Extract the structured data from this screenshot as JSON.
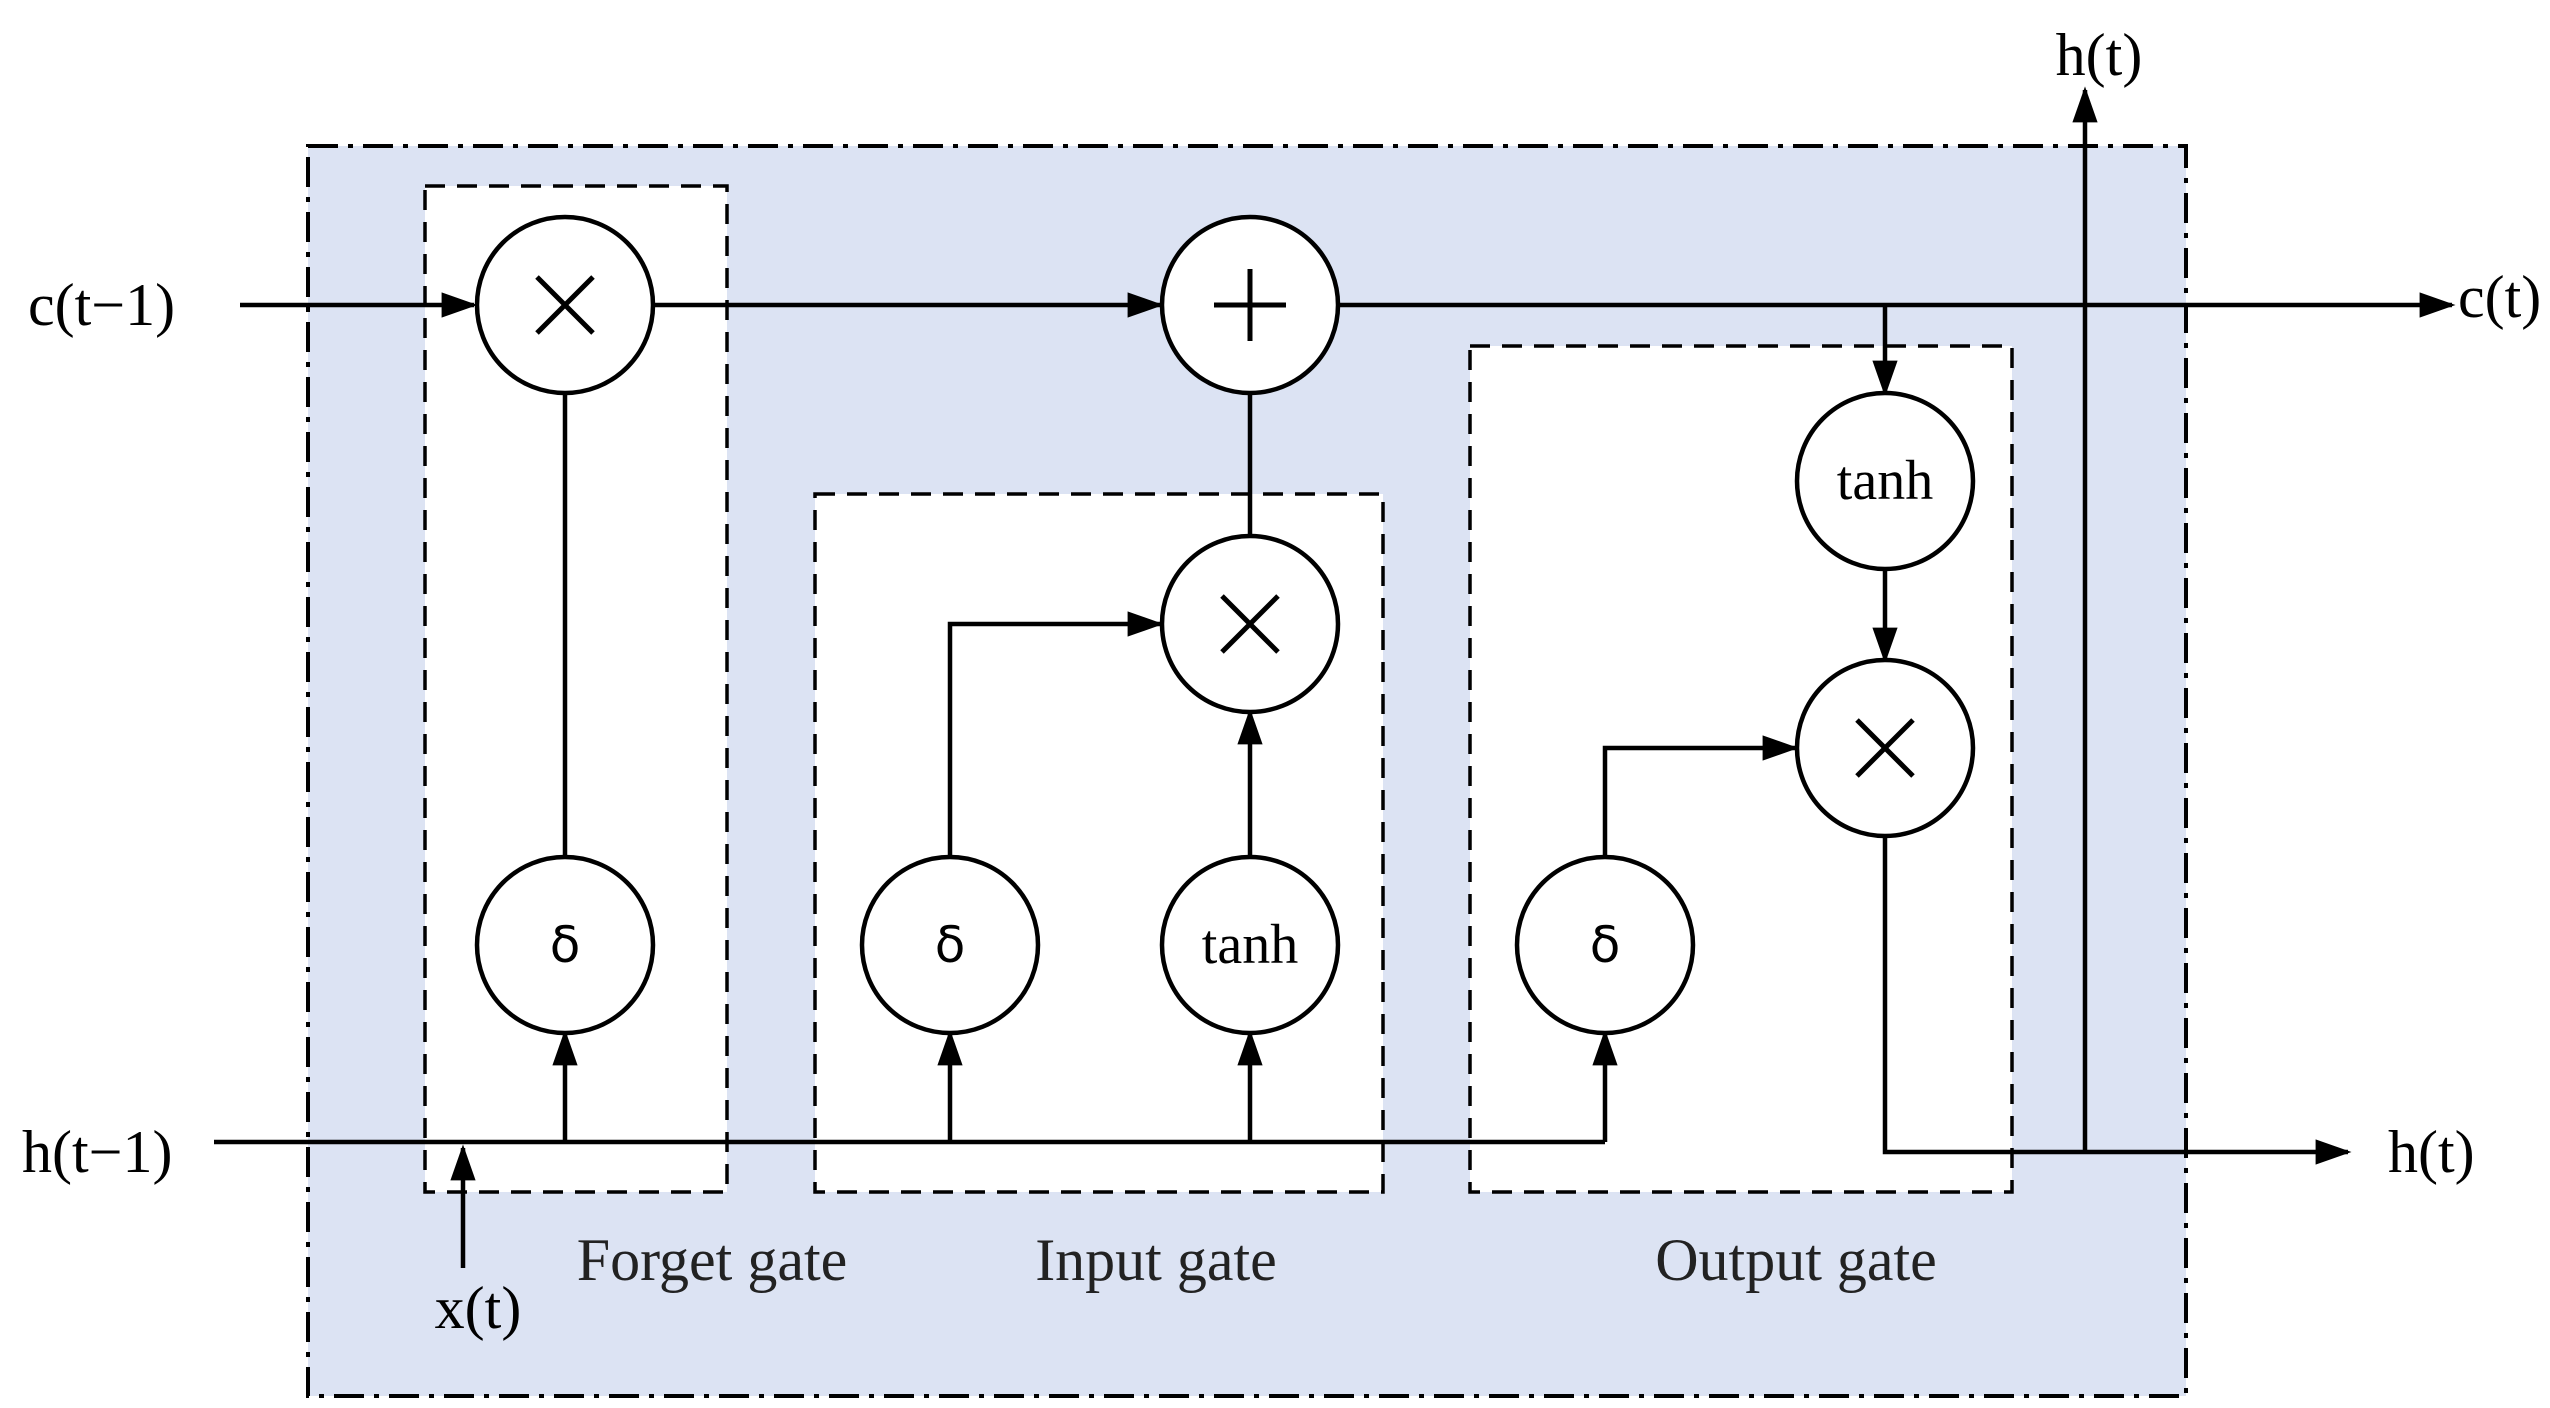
{
  "inputs": {
    "c_prev": "c(t−1)",
    "h_prev": "h(t−1)",
    "x_t": "x(t)"
  },
  "outputs": {
    "c_t": "c(t)",
    "h_t_right": "h(t)",
    "h_t_top": "h(t)"
  },
  "gates": {
    "forget": "Forget gate",
    "input": "Input gate",
    "output": "Output gate"
  },
  "nodes": {
    "forget_sigma": "δ",
    "input_sigma": "δ",
    "input_tanh": "tanh",
    "output_sigma": "δ",
    "output_tanh": "tanh"
  },
  "colors": {
    "cell_background": "#dce3f3",
    "stroke": "#000000"
  },
  "icons": {
    "multiply": "multiply-icon",
    "add": "plus-icon"
  }
}
